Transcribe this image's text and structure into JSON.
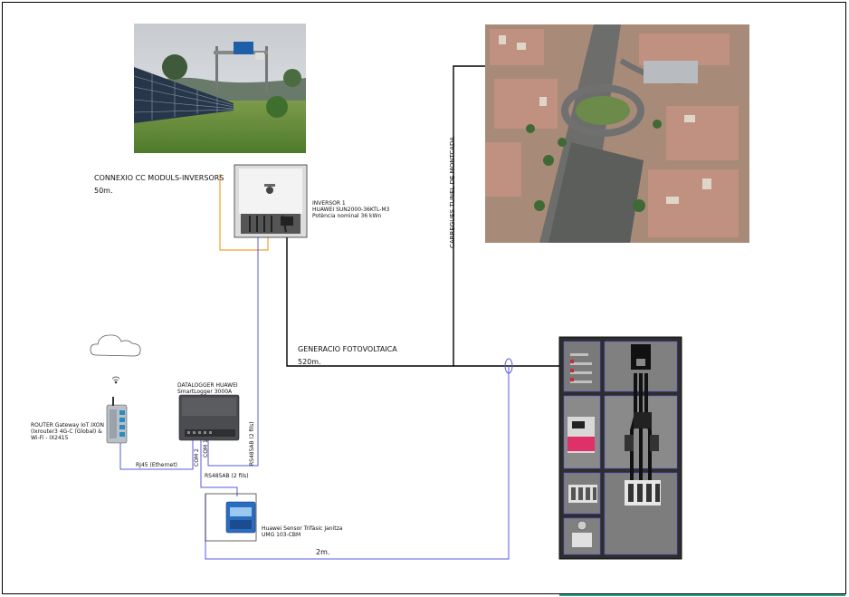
{
  "labels": {
    "cc_connection": {
      "line1": "CONNEXIO CC MODULS-INVERSORS",
      "line2": "50m."
    },
    "inverter": {
      "line1": "INVERSOR 1",
      "line2": "HUAWEI SUN2000-36KTL-M3",
      "line3": "Potència nominal 36 kWn"
    },
    "pv_generation": {
      "line1": "GENERACIO FOTOVOLTAICA",
      "line2": "520m."
    },
    "trench": "CARREGUES TUNEL DE MONTCADA",
    "datalogger": {
      "line1": "DATALOGGER HUAWEI",
      "line2": "SmartLogger 3000A"
    },
    "router": {
      "line1": "ROUTER Gateway IoT IXON",
      "line2": "(Ixrouter3 4G-C (Global) &",
      "line3": "Wi-Fi - IX2415"
    },
    "rj45": "RJ45 (Ethernet)",
    "rs485_vertical": "RS485AB (2 fils)",
    "rs485_horizontal": "RS485AB (2 fils)",
    "com2": "COM 2",
    "com1": "COM 1",
    "sensor": {
      "line1": "Huawei Sensor Trifàsic Janitza",
      "line2": "UMG 103-CBM"
    },
    "distance_2m": "2m."
  },
  "colors": {
    "orange_cable": "#f0a030",
    "blue_cable": "#5a5ae0",
    "black_cable": "#000000",
    "frame": "#000000",
    "accent_teal": "#2aa58a"
  },
  "icons": {
    "cloud": "cloud-icon",
    "wifi": "wifi-icon",
    "solar_photo": "solar-panels-photo",
    "aerial_photo": "aerial-city-photo",
    "inverter_device": "inverter-device",
    "datalogger_device": "datalogger-device",
    "router_device": "router-device",
    "sensor_device": "energy-meter-device",
    "panel": "electrical-panel"
  }
}
